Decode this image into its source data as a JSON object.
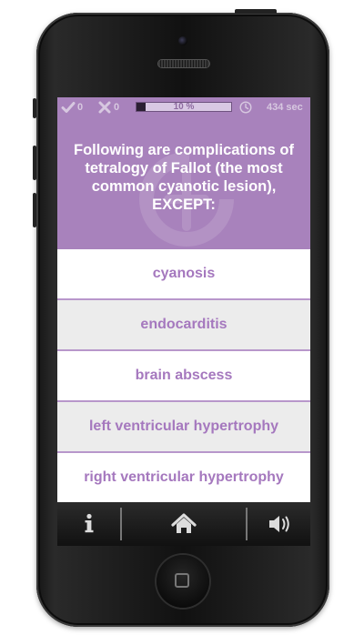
{
  "status": {
    "correct_count": "0",
    "wrong_count": "0",
    "progress_label": "10 %",
    "progress_value": 0.1,
    "timer": "434 sec"
  },
  "question": {
    "line1": "Following are complications of",
    "line2": "tetralogy of Fallot (the most",
    "line3": "common cyanotic lesion),",
    "line4": "EXCEPT:"
  },
  "answers": [
    "cyanosis",
    "endocarditis",
    "brain abscess",
    "left ventricular hypertrophy",
    "right ventricular hypertrophy"
  ],
  "toolbar": {
    "info_icon": "info-icon",
    "home_icon": "home-icon",
    "sound_icon": "speaker-icon"
  },
  "colors": {
    "accent": "#a882bc",
    "answer_text": "#a578be",
    "toolbar": "#1a1a1a"
  }
}
